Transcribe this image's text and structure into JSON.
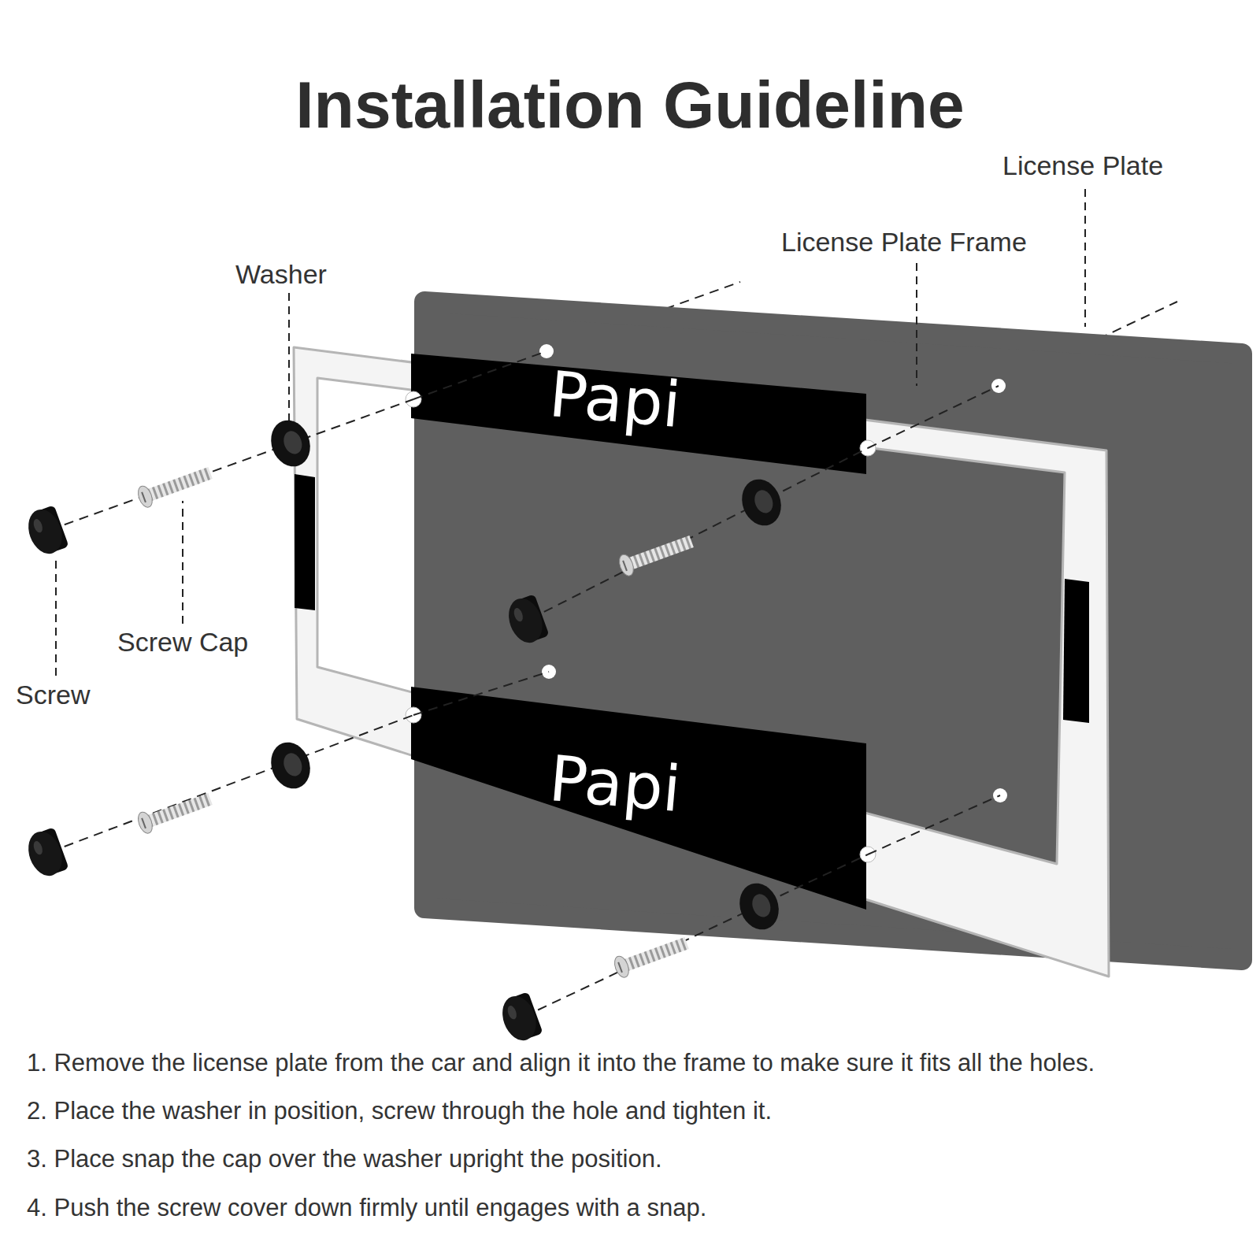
{
  "diagram": {
    "title": "Installation Guideline",
    "labels": [
      "License Plate",
      "License Plate Frame",
      "Washer",
      "Screw Cap",
      "Screw",
      "Papi",
      "Papi",
      "1. Remove the license plate from the car and align it into the frame to make sure it fits all the holes.",
      "2. Place the washer in position, screw through the hole and tighten it.",
      "3. Place snap the cap over the washer upright the position.",
      "4. Push the screw cover down firmly until engages with a snap."
    ]
  }
}
